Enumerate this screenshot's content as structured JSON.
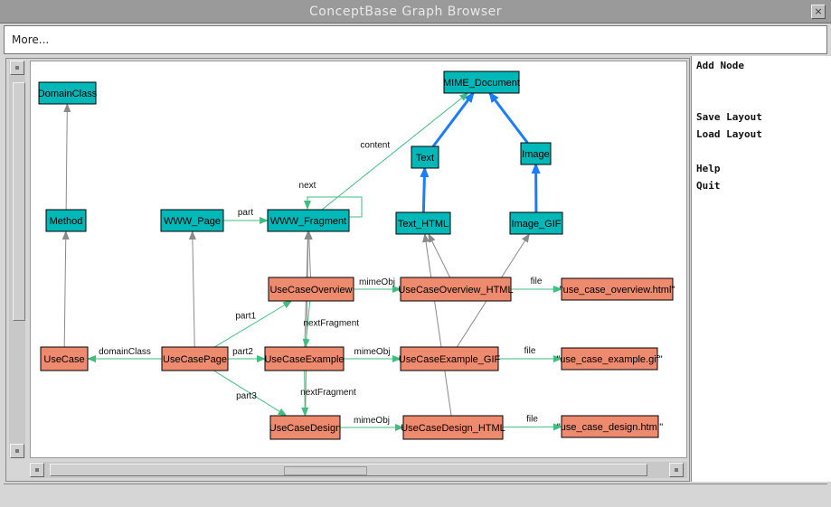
{
  "window": {
    "title": "ConceptBase Graph Browser",
    "close_glyph": "×"
  },
  "more_bar": {
    "text": "More..."
  },
  "side_menu": {
    "items": [
      {
        "label": "Add Node"
      },
      {
        "label": "Save Layout"
      },
      {
        "label": "Load Layout"
      },
      {
        "label": "Help"
      },
      {
        "label": "Quit"
      }
    ]
  },
  "colors": {
    "class_node": "#00b8b8",
    "instance_node": "#ee8a6e",
    "attribute_edge": "#3fbf7f",
    "isa_edge": "#1a7cff",
    "instanceof_edge": "#8a8a8a"
  },
  "graph": {
    "nodes": [
      {
        "id": "DomainClass",
        "label": "DomainClass",
        "kind": "class"
      },
      {
        "id": "MIME_Document",
        "label": "MIME_Document",
        "kind": "class"
      },
      {
        "id": "Text",
        "label": "Text",
        "kind": "class"
      },
      {
        "id": "Image",
        "label": "Image",
        "kind": "class"
      },
      {
        "id": "Method",
        "label": "Method",
        "kind": "class"
      },
      {
        "id": "WWW_Page",
        "label": "WWW_Page",
        "kind": "class"
      },
      {
        "id": "WWW_Fragment",
        "label": "WWW_Fragment",
        "kind": "class"
      },
      {
        "id": "Text_HTML",
        "label": "Text_HTML",
        "kind": "class"
      },
      {
        "id": "Image_GIF",
        "label": "Image_GIF",
        "kind": "class"
      },
      {
        "id": "UseCaseOverview",
        "label": "UseCaseOverview",
        "kind": "instance"
      },
      {
        "id": "UseCaseOverview_HTML",
        "label": "UseCaseOverview_HTML",
        "kind": "instance"
      },
      {
        "id": "use_case_overview",
        "label": "\"use_case_overview.html\"",
        "kind": "instance"
      },
      {
        "id": "UseCase",
        "label": "UseCase",
        "kind": "instance"
      },
      {
        "id": "UseCasePage",
        "label": "UseCasePage",
        "kind": "instance"
      },
      {
        "id": "UseCaseExample",
        "label": "UseCaseExample",
        "kind": "instance"
      },
      {
        "id": "UseCaseExample_GIF",
        "label": "UseCaseExample_GIF",
        "kind": "instance"
      },
      {
        "id": "use_case_example",
        "label": "\"use_case_example.gif\"",
        "kind": "instance"
      },
      {
        "id": "UseCaseDesign",
        "label": "UseCaseDesign",
        "kind": "instance"
      },
      {
        "id": "UseCaseDesign_HTML",
        "label": "UseCaseDesign_HTML",
        "kind": "instance"
      },
      {
        "id": "use_case_design",
        "label": "\"use_case_design.html\"",
        "kind": "instance"
      }
    ],
    "edges": [
      {
        "from": "Method",
        "to": "DomainClass",
        "kind": "instanceof",
        "label": ""
      },
      {
        "from": "UseCase",
        "to": "Method",
        "kind": "instanceof",
        "label": ""
      },
      {
        "from": "Text",
        "to": "MIME_Document",
        "kind": "isa",
        "label": ""
      },
      {
        "from": "Image",
        "to": "MIME_Document",
        "kind": "isa",
        "label": ""
      },
      {
        "from": "Text_HTML",
        "to": "Text",
        "kind": "isa",
        "label": ""
      },
      {
        "from": "Image_GIF",
        "to": "Image",
        "kind": "isa",
        "label": ""
      },
      {
        "from": "WWW_Page",
        "to": "WWW_Fragment",
        "kind": "attribute",
        "label": "part"
      },
      {
        "from": "WWW_Fragment",
        "to": "MIME_Document",
        "kind": "attribute",
        "label": "content"
      },
      {
        "from": "WWW_Fragment",
        "to": "WWW_Fragment",
        "kind": "attribute-loop",
        "label": "next"
      },
      {
        "from": "UseCasePage",
        "to": "WWW_Page",
        "kind": "instanceof",
        "label": ""
      },
      {
        "from": "UseCaseOverview",
        "to": "WWW_Fragment",
        "kind": "instanceof",
        "label": ""
      },
      {
        "from": "UseCaseExample",
        "to": "WWW_Fragment",
        "kind": "instanceof",
        "label": ""
      },
      {
        "from": "UseCaseDesign",
        "to": "WWW_Fragment",
        "kind": "instanceof",
        "label": ""
      },
      {
        "from": "UseCaseOverview_HTML",
        "to": "Text_HTML",
        "kind": "instanceof",
        "label": ""
      },
      {
        "from": "UseCaseDesign_HTML",
        "to": "Text_HTML",
        "kind": "instanceof",
        "label": ""
      },
      {
        "from": "UseCaseExample_GIF",
        "to": "Image_GIF",
        "kind": "instanceof",
        "label": ""
      },
      {
        "from": "UseCasePage",
        "to": "UseCase",
        "kind": "attribute",
        "label": "domainClass"
      },
      {
        "from": "UseCasePage",
        "to": "UseCaseOverview",
        "kind": "attribute",
        "label": "part1"
      },
      {
        "from": "UseCasePage",
        "to": "UseCaseExample",
        "kind": "attribute",
        "label": "part2"
      },
      {
        "from": "UseCasePage",
        "to": "UseCaseDesign",
        "kind": "attribute",
        "label": "part3"
      },
      {
        "from": "UseCaseOverview",
        "to": "UseCaseExample",
        "kind": "attribute",
        "label": "nextFragment"
      },
      {
        "from": "UseCaseExample",
        "to": "UseCaseDesign",
        "kind": "attribute",
        "label": "nextFragment"
      },
      {
        "from": "UseCaseOverview",
        "to": "UseCaseOverview_HTML",
        "kind": "attribute",
        "label": "mimeObj"
      },
      {
        "from": "UseCaseExample",
        "to": "UseCaseExample_GIF",
        "kind": "attribute",
        "label": "mimeObj"
      },
      {
        "from": "UseCaseDesign",
        "to": "UseCaseDesign_HTML",
        "kind": "attribute",
        "label": "mimeObj"
      },
      {
        "from": "UseCaseOverview_HTML",
        "to": "use_case_overview",
        "kind": "attribute",
        "label": "file"
      },
      {
        "from": "UseCaseExample_GIF",
        "to": "use_case_example",
        "kind": "attribute",
        "label": "file"
      },
      {
        "from": "UseCaseDesign_HTML",
        "to": "use_case_design",
        "kind": "attribute",
        "label": "file"
      }
    ]
  }
}
